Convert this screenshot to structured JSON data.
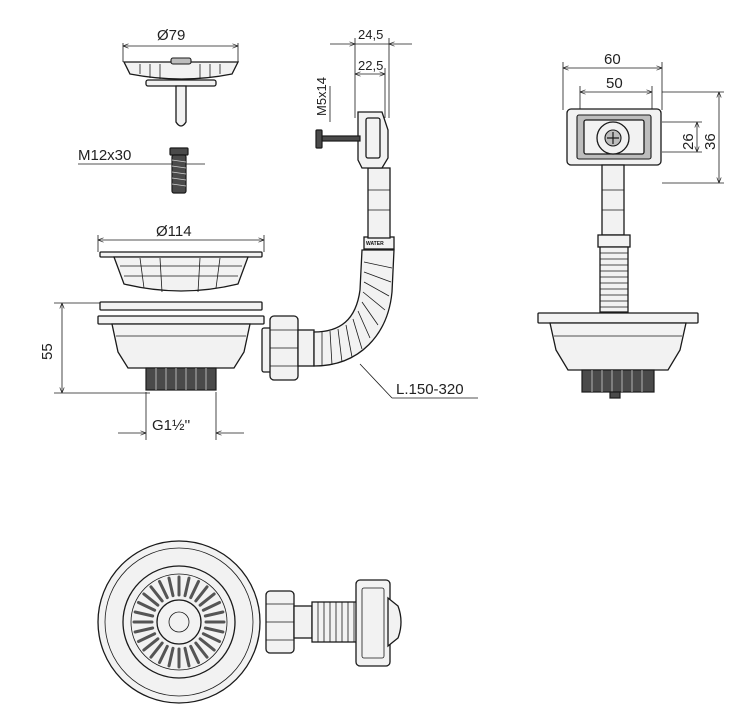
{
  "dimensions": {
    "strainer_diameter": "Ø79",
    "screw_thread": "M12x30",
    "basket_diameter": "Ø114",
    "height": "55",
    "outlet_thread": "G1½''",
    "overflow_screw": "M5x14",
    "overflow_depth_outer": "24,5",
    "overflow_depth_inner": "22,5",
    "hose_length": "L.150-320",
    "plate_width_outer": "60",
    "plate_width_inner": "50",
    "plate_height_inner": "26",
    "plate_height_outer": "36"
  },
  "hose_marking": "WATER",
  "colors": {
    "line": "#1a1a1a",
    "fill": "#f2f2f2",
    "dark": "#4a4a4a"
  }
}
